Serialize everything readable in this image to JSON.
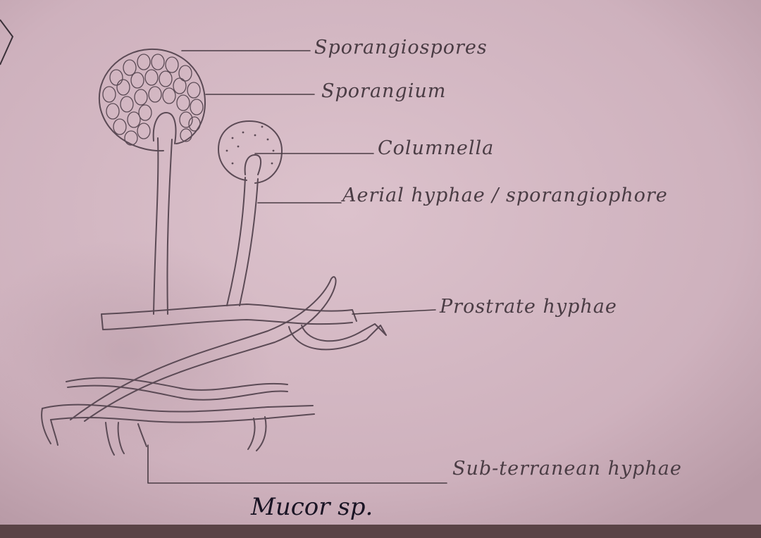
{
  "title": "Mucor sp.",
  "labels": {
    "sporangiospores": "Sporangiospores",
    "sporangium": "Sporangium",
    "columnella": "Columnella",
    "aerial_hyphae": "Aerial hyphae / sporangiophore",
    "prostrate_hyphae": "Prostrate hyphae",
    "subterranean_hyphae": "Sub-terranean hyphae"
  },
  "colors": {
    "paper": "#d8bcc6",
    "pencil": "#5b4a55",
    "ink": "#1a1424"
  }
}
